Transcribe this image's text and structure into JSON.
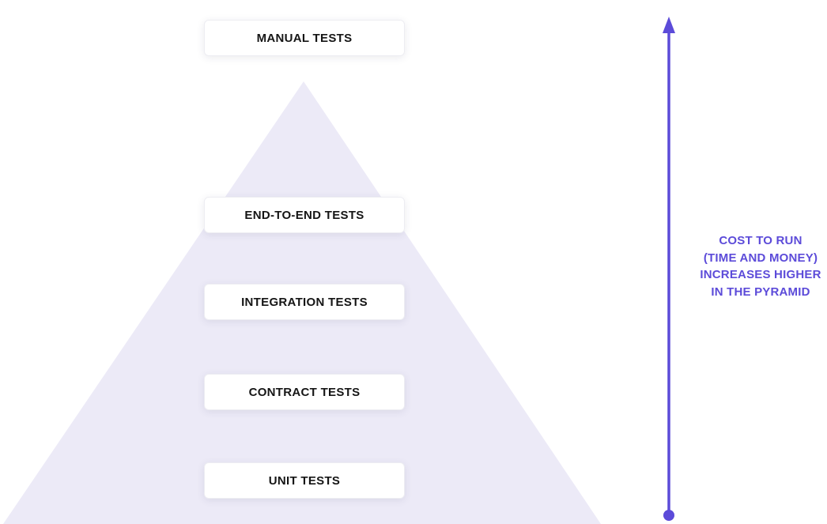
{
  "colors": {
    "background": "#FFFFFF",
    "pyramid_fill": "#ECEAF7",
    "accent": "#5C4BD9",
    "label_text": "#151515",
    "box_fill": "#FFFFFF",
    "box_border": "#EDEDF2"
  },
  "pyramid": {
    "levels": [
      {
        "label": "MANUAL TESTS"
      },
      {
        "label": "END-TO-END TESTS"
      },
      {
        "label": "INTEGRATION TESTS"
      },
      {
        "label": "CONTRACT TESTS"
      },
      {
        "label": "UNIT TESTS"
      }
    ]
  },
  "cost_annotation": {
    "arrow_direction": "up",
    "lines": [
      "COST TO RUN",
      "(TIME AND MONEY)",
      "INCREASES HIGHER",
      "IN THE PYRAMID"
    ]
  }
}
